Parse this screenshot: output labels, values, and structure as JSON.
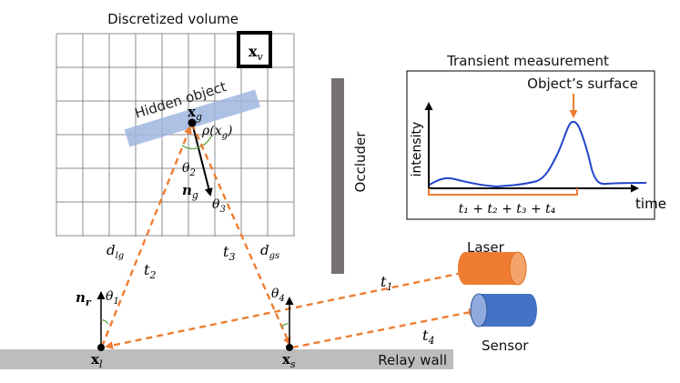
{
  "title": "Discretized volume",
  "voxel_label_main": "x",
  "voxel_label_sub": "v",
  "hidden_object_label": "Hidden object",
  "point_g_main": "x",
  "point_g_sub": "g",
  "albedo_label": "ρ(x",
  "albedo_sub": "g",
  "albedo_close": ")",
  "normal_g_main": "n",
  "normal_g_sub": "g",
  "theta2_main": "θ",
  "theta2_sub": "2",
  "theta3_main": "θ",
  "theta3_sub": "3",
  "occluder_label": "Occluder",
  "transient": {
    "title": "Transient measurement",
    "surface_label": "Object’s surface",
    "ylabel": "intensity",
    "xlabel": "time",
    "sum_label": "t₁ + t₂ + t₃ + t₄"
  },
  "d_lg_main": "d",
  "d_lg_sub": "lg",
  "d_gs_main": "d",
  "d_gs_sub": "gs",
  "t2_main": "t",
  "t2_sub": "2",
  "t3_main": "t",
  "t3_sub": "3",
  "t1_main": "t",
  "t1_sub": "1",
  "t4_main": "t",
  "t4_sub": "4",
  "laser_label": "Laser",
  "sensor_label": "Sensor",
  "normal_r_main": "n",
  "normal_r_sub": "r",
  "theta1_main": "θ",
  "theta1_sub": "1",
  "theta4_main": "θ",
  "theta4_sub": "4",
  "point_l_main": "x",
  "point_l_sub": "l",
  "point_s_main": "x",
  "point_s_sub": "s",
  "relay_wall_label": "Relay wall",
  "colors": {
    "path": "#ee7d31",
    "laser": "#ee7d31",
    "sensor": "#4472c4",
    "object": "#9fb6e0",
    "signal": "#2244cc",
    "wall": "#bdbdbd",
    "occluder": "#767171"
  }
}
